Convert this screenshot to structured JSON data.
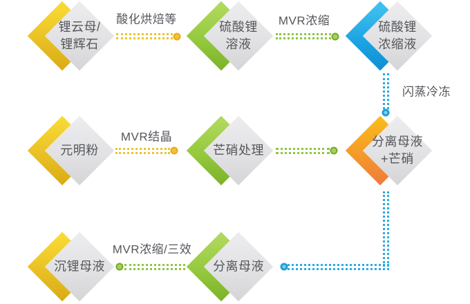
{
  "diagram": {
    "description": "Lithium extraction MVR process flow diagram",
    "nodes": [
      {
        "id": "lepidolite-spodumene",
        "lines": [
          "锂云母/",
          "锂辉石"
        ],
        "color": "yellow"
      },
      {
        "id": "lithium-sulfate-solution",
        "lines": [
          "硫酸锂",
          "溶液"
        ],
        "color": "green"
      },
      {
        "id": "lithium-sulfate-concentrate",
        "lines": [
          "硫酸锂",
          "浓缩液"
        ],
        "color": "blue"
      },
      {
        "id": "sodium-sulfate-powder",
        "lines": [
          "元明粉"
        ],
        "color": "yellow"
      },
      {
        "id": "glauber-salt-treatment",
        "lines": [
          "芒硝处理"
        ],
        "color": "green"
      },
      {
        "id": "separated-liquor-glauber-salt",
        "lines": [
          "分离母液",
          "+芒硝"
        ],
        "color": "orange"
      },
      {
        "id": "lithium-precipitation-liquor",
        "lines": [
          "沉锂母液"
        ],
        "color": "yellow"
      },
      {
        "id": "separated-mother-liquor",
        "lines": [
          "分离母液"
        ],
        "color": "green"
      }
    ],
    "edges": [
      {
        "from": "锂云母/锂辉石",
        "to": "硫酸锂溶液",
        "label": "酸化烘焙等",
        "color": "yellow"
      },
      {
        "from": "硫酸锂溶液",
        "to": "硫酸锂浓缩液",
        "label": "MVR浓缩",
        "color": "green"
      },
      {
        "from": "硫酸锂浓缩液",
        "to": "分离母液+芒硝",
        "label": "闪蒸冷冻",
        "color": "blue"
      },
      {
        "from": "元明粉",
        "to": "芒硝处理",
        "label": "MVR结晶",
        "color": "yellow"
      },
      {
        "from": "芒硝处理",
        "to": "分离母液+芒硝",
        "label": "",
        "color": "green"
      },
      {
        "from": "分离母液",
        "to": "沉锂母液",
        "label": "MVR浓缩/三效",
        "color": "green"
      },
      {
        "from": "分离母液+芒硝",
        "to": "分离母液",
        "label": "",
        "color": "blue"
      }
    ],
    "colors": {
      "yellow": "#e9c125",
      "green": "#8dc63f",
      "blue": "#29abe2",
      "orange": "#f59a2b",
      "gray_node": "#e2e2e4",
      "text": "#54565b"
    }
  }
}
